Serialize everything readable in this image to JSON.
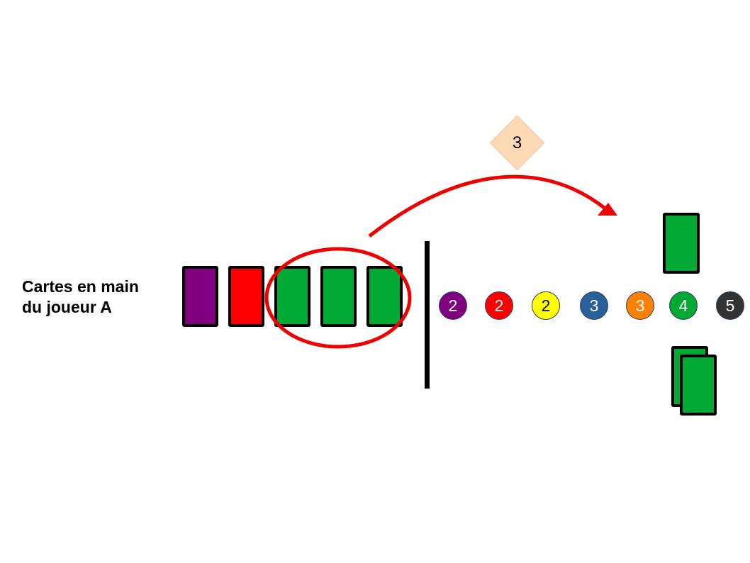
{
  "label": {
    "line1": "Cartes en main",
    "line2": "du joueur A"
  },
  "hand": [
    {
      "name": "hand-card-purple",
      "color": "#800080"
    },
    {
      "name": "hand-card-red",
      "color": "#ff0000"
    },
    {
      "name": "hand-card-green-1",
      "color": "#00a933"
    },
    {
      "name": "hand-card-green-2",
      "color": "#00a933"
    },
    {
      "name": "hand-card-green-3",
      "color": "#00a933"
    }
  ],
  "tokens": [
    {
      "value": "2",
      "color": "#800080",
      "text_color": "#ffffff"
    },
    {
      "value": "2",
      "color": "#ff0000",
      "text_color": "#ffffff"
    },
    {
      "value": "2",
      "color": "#ffff00",
      "text_color": "#000000"
    },
    {
      "value": "3",
      "color": "#2a6099",
      "text_color": "#ffffff"
    },
    {
      "value": "3",
      "color": "#ff8000",
      "text_color": "#ffffff"
    },
    {
      "value": "4",
      "color": "#00a933",
      "text_color": "#ffffff"
    },
    {
      "value": "5",
      "color": "#333333",
      "text_color": "#ffffff"
    }
  ],
  "diamond": {
    "value": "3",
    "color": "#fdd9b5"
  },
  "arrow_color": "#ee0000",
  "card_green": "#00a933"
}
